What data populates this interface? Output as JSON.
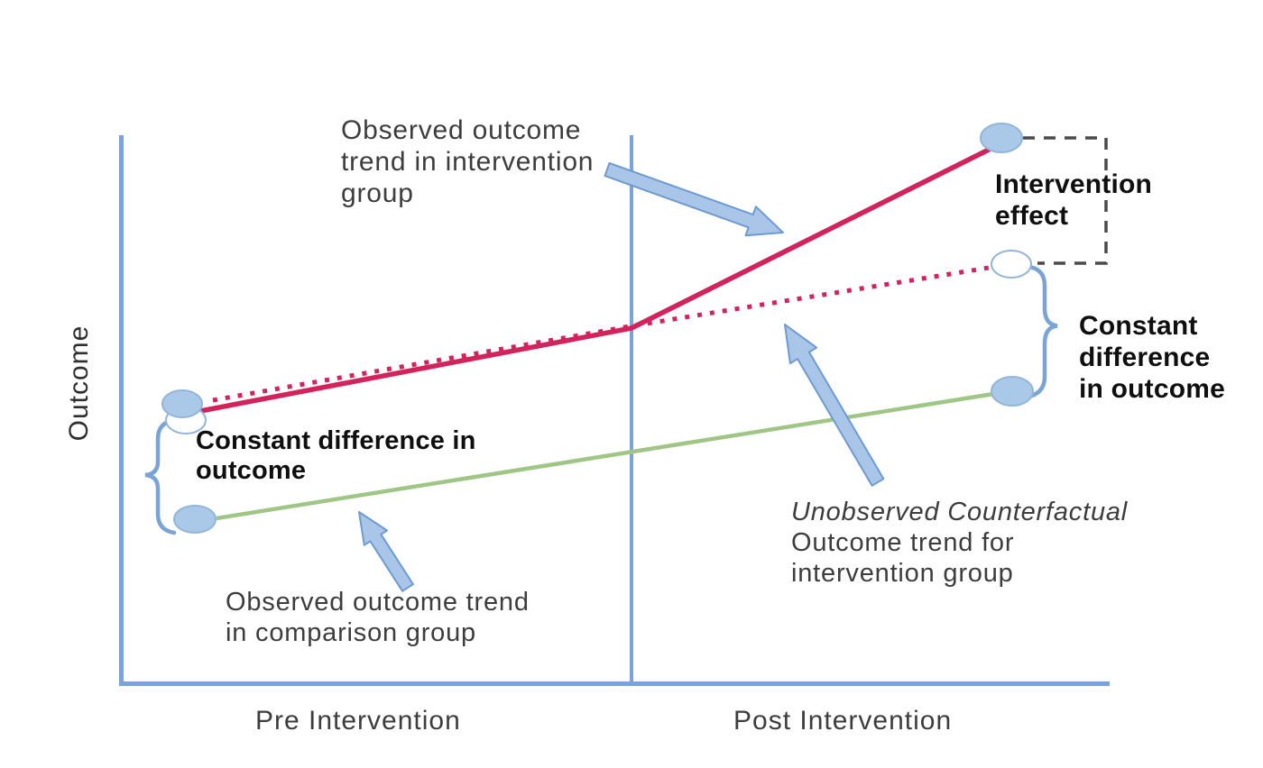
{
  "diagram": {
    "kind": "difference-in-differences explainer",
    "y_axis_label": "Outcome",
    "x_axis_ticks": [
      "Pre Intervention",
      "Post Intervention"
    ]
  },
  "series": [
    {
      "name": "Observed outcome trend in intervention group",
      "color": "#d2235c",
      "style": "solid"
    },
    {
      "name": "Unobserved counterfactual outcome trend for intervention group",
      "color": "#d2235c",
      "style": "dotted"
    },
    {
      "name": "Observed outcome trend in comparison group",
      "color": "#a0c685",
      "style": "solid"
    }
  ],
  "labels": {
    "observed_intervention": [
      "Observed outcome",
      "trend in intervention",
      "group"
    ],
    "intervention_effect": [
      "Intervention",
      "effect"
    ],
    "constant_diff_right": [
      "Constant",
      "difference",
      "in outcome"
    ],
    "constant_diff_left": [
      "Constant difference in",
      "outcome"
    ],
    "unobserved_counterfactual_italic": "Unobserved Counterfactual",
    "unobserved_counterfactual_rest": [
      "Outcome trend for",
      "intervention group"
    ],
    "observed_comparison": [
      "Observed outcome trend",
      "in comparison group"
    ]
  },
  "colors": {
    "axis": "#7aa3d6",
    "red_line": "#d2235c",
    "green_line": "#a0c685",
    "marker_fill": "#aac8e8",
    "marker_stroke": "#93b6d8",
    "marker_white_fill": "#ffffff",
    "arrow_fill": "#a9c6e8",
    "arrow_stroke": "#6d9bd1",
    "dashed_box": "#4a4a4a",
    "brace": "#7aa3d6",
    "text_regular": "#3d3d3d",
    "text_bold": "#0f0f0f"
  }
}
